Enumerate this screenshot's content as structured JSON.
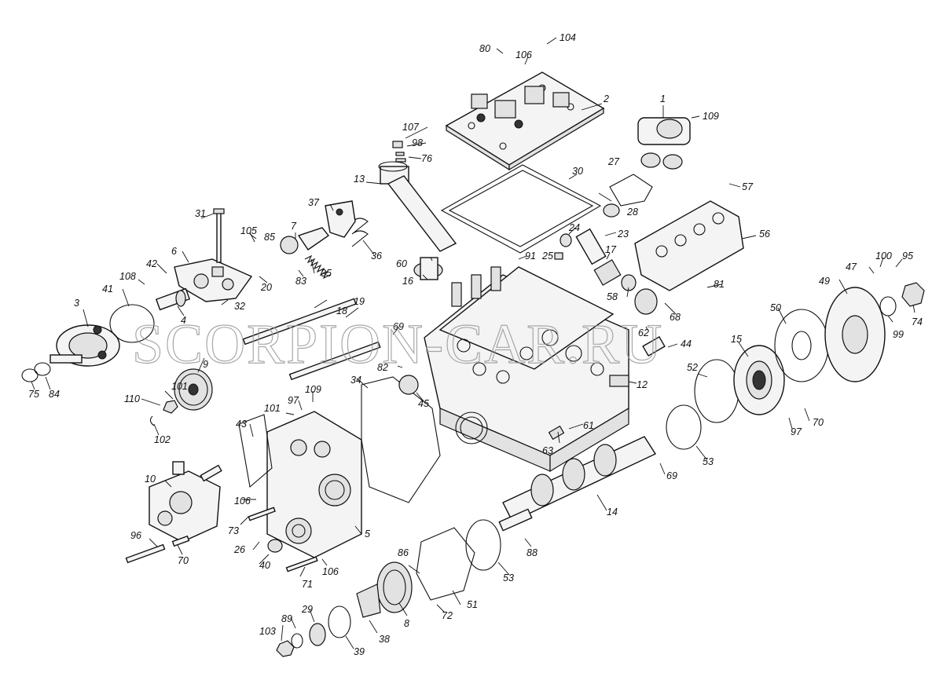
{
  "watermark": "SCORPION-CAR.RU",
  "callouts": [
    "1",
    "2",
    "3",
    "4",
    "5",
    "6",
    "7",
    "8",
    "9",
    "10",
    "12",
    "13",
    "14",
    "15",
    "16",
    "17",
    "18",
    "19",
    "20",
    "23",
    "24",
    "25",
    "26",
    "27",
    "28",
    "29",
    "30",
    "31",
    "32",
    "34",
    "35",
    "36",
    "37",
    "38",
    "39",
    "40",
    "41",
    "42",
    "43",
    "44",
    "45",
    "47",
    "49",
    "50",
    "51",
    "52",
    "53",
    "53",
    "56",
    "57",
    "58",
    "60",
    "61",
    "62",
    "63",
    "68",
    "69",
    "69",
    "70",
    "70",
    "71",
    "72",
    "73",
    "74",
    "75",
    "76",
    "80",
    "81",
    "82",
    "83",
    "84",
    "85",
    "86",
    "88",
    "89",
    "91",
    "95",
    "96",
    "97",
    "97",
    "98",
    "99",
    "100",
    "101",
    "101",
    "102",
    "103",
    "104",
    "105",
    "106",
    "106",
    "106",
    "106",
    "107",
    "108",
    "109",
    "109",
    "110"
  ]
}
